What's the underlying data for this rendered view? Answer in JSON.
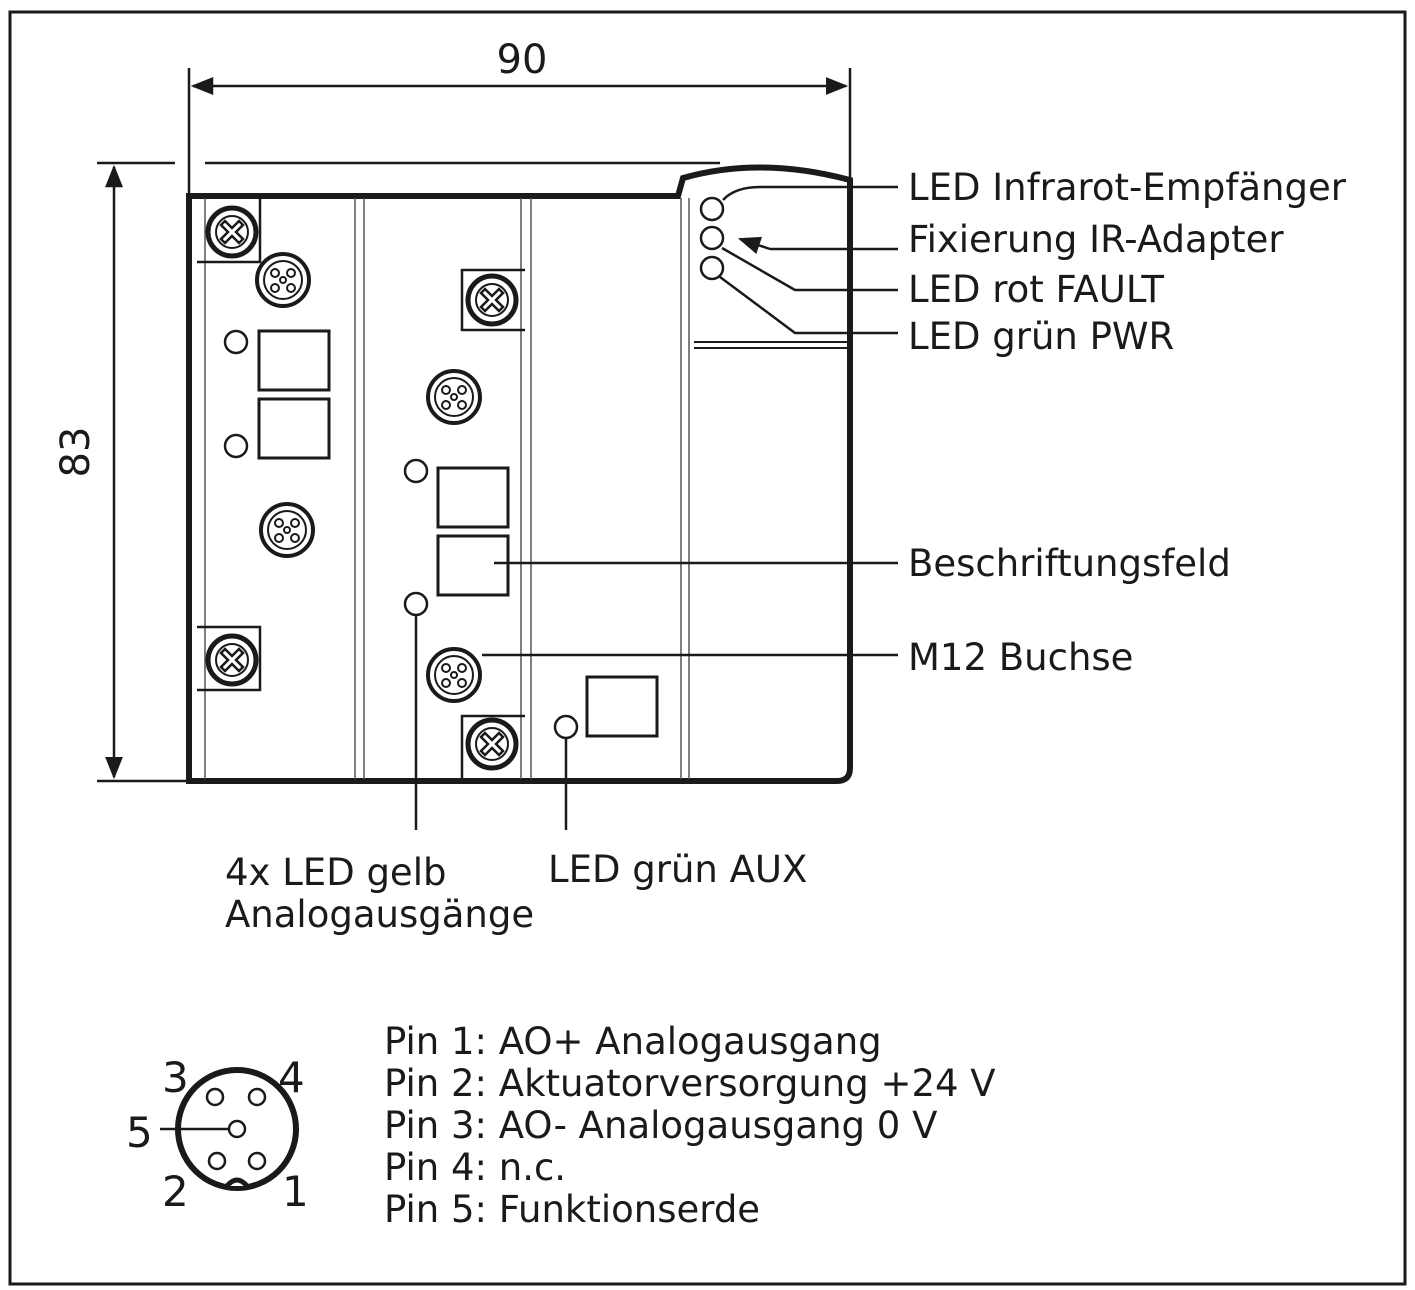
{
  "dimensions": {
    "width": "90",
    "height": "83"
  },
  "callouts": {
    "led_ir_receiver": "LED Infrarot-Empfänger",
    "ir_adapter_fix": "Fixierung IR-Adapter",
    "led_fault": "LED rot FAULT",
    "led_pwr": "LED grün PWR",
    "label_field": "Beschriftungsfeld",
    "m12_socket": "M12 Buchse",
    "led_yellow_line1": "4x LED gelb",
    "led_yellow_line2": "Analogausgänge",
    "led_aux": "LED grün AUX"
  },
  "pinout": {
    "numbers": [
      "1",
      "2",
      "3",
      "4",
      "5"
    ],
    "lines": [
      "Pin 1: AO+ Analogausgang",
      "Pin 2: Aktuatorversorgung +24 V",
      "Pin 3: AO- Analogausgang 0 V",
      "Pin 4: n.c.",
      "Pin 5: Funktionserde"
    ]
  }
}
